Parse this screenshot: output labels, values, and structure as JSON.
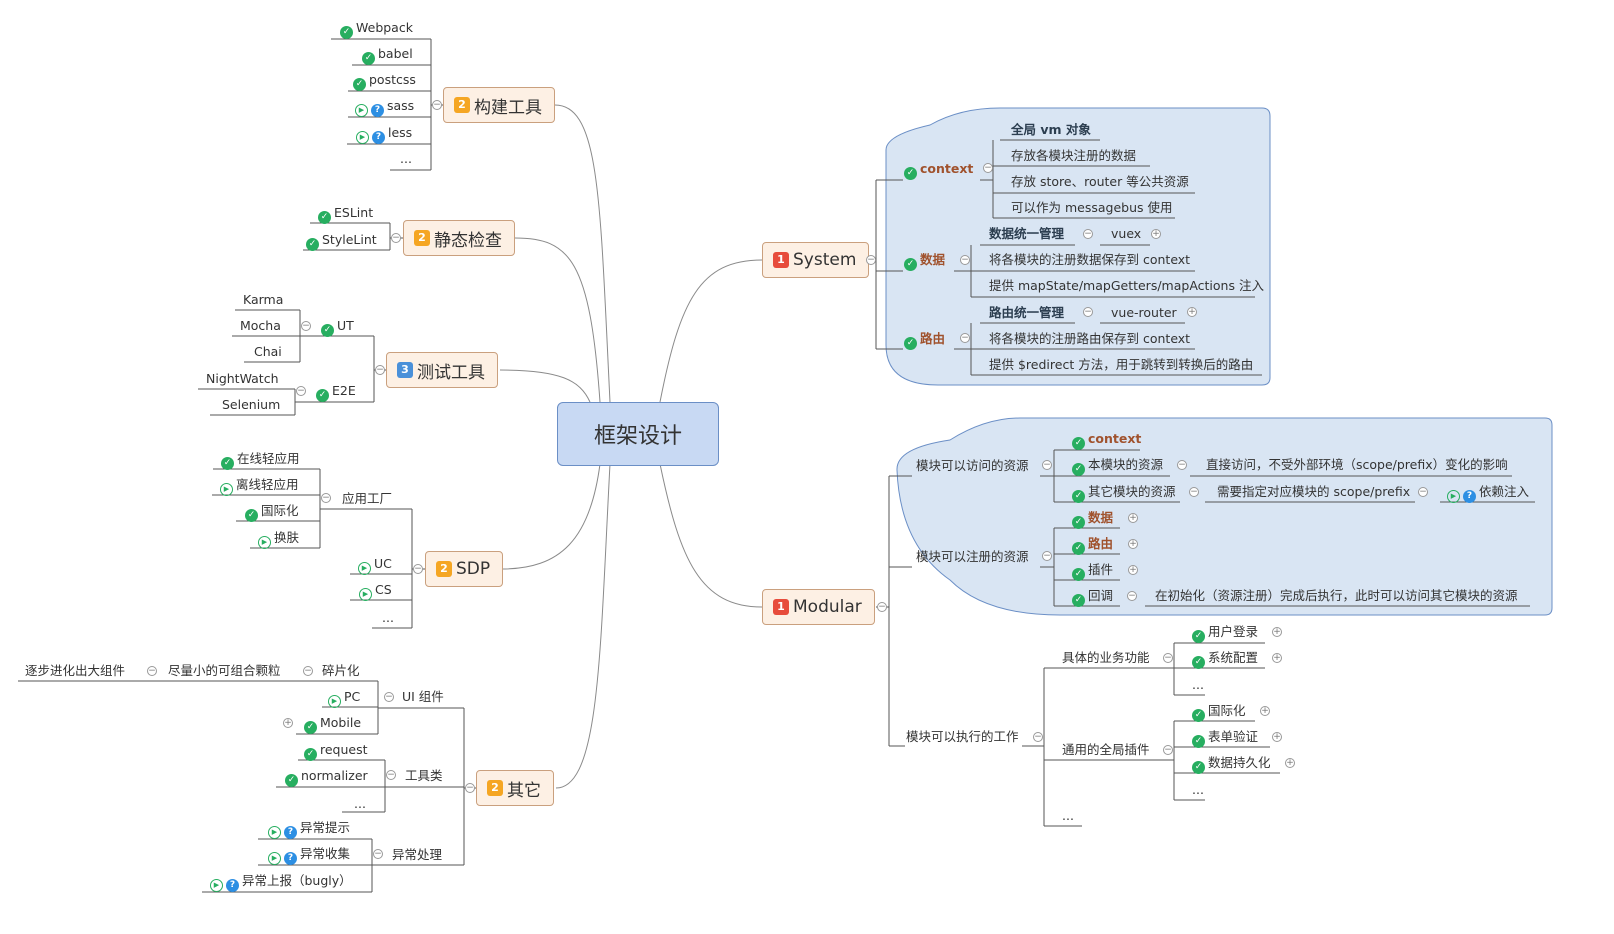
{
  "root": "框架设计",
  "left": {
    "build": {
      "badge": "2",
      "title": "构建工具",
      "items": [
        "Webpack",
        "babel",
        "postcss",
        "sass",
        "less",
        "..."
      ]
    },
    "lint": {
      "badge": "2",
      "title": "静态检查",
      "items": [
        "ESLint",
        "StyleLint"
      ]
    },
    "test": {
      "badge": "3",
      "title": "测试工具",
      "ut": "UT",
      "ut_items": [
        "Karma",
        "Mocha",
        "Chai"
      ],
      "e2e": "E2E",
      "e2e_items": [
        "NightWatch",
        "Selenium"
      ]
    },
    "sdp": {
      "badge": "2",
      "title": "SDP",
      "factory": "应用工厂",
      "factory_items": [
        "在线轻应用",
        "离线轻应用",
        "国际化",
        "换肤"
      ],
      "items": [
        "UC",
        "CS",
        "..."
      ]
    },
    "other": {
      "badge": "2",
      "title": "其它",
      "ui": "UI 组件",
      "ui_frag": "碎片化",
      "ui_frag_1": "尽量小的可组合颗粒",
      "ui_frag_2": "逐步进化出大组件",
      "ui_pc": "PC",
      "ui_mobile": "Mobile",
      "tool": "工具类",
      "tool_items": [
        "request",
        "normalizer",
        "..."
      ],
      "err": "异常处理",
      "err_items": [
        "异常提示",
        "异常收集",
        "异常上报（bugly）"
      ]
    }
  },
  "right": {
    "system": {
      "badge": "1",
      "title": "System",
      "context": "context",
      "context_items": [
        "全局 vm 对象",
        "存放各模块注册的数据",
        "存放 store、router 等公共资源",
        "可以作为 messagebus 使用"
      ],
      "data": "数据",
      "data_mgmt": "数据统一管理",
      "data_vuex": "vuex",
      "data_items": [
        "将各模块的注册数据保存到 context",
        "提供 mapState/mapGetters/mapActions 注入"
      ],
      "route": "路由",
      "route_mgmt": "路由统一管理",
      "route_vr": "vue-router",
      "route_items": [
        "将各模块的注册路由保存到 context",
        "提供 $redirect 方法，用于跳转到转换后的路由"
      ]
    },
    "modular": {
      "badge": "1",
      "title": "Modular",
      "access": "模块可以访问的资源",
      "access_ctx": "context",
      "access_own": "本模块的资源",
      "access_own_d": "直接访问，不受外部环境（scope/prefix）变化的影响",
      "access_other": "其它模块的资源",
      "access_other_d": "需要指定对应模块的 scope/prefix",
      "access_other_dd": "依赖注入",
      "reg": "模块可以注册的资源",
      "reg_items": [
        "数据",
        "路由",
        "插件"
      ],
      "reg_cb": "回调",
      "reg_cb_d": "在初始化（资源注册）完成后执行，此时可以访问其它模块的资源",
      "work": "模块可以执行的工作",
      "biz": "具体的业务功能",
      "biz_items": [
        "用户登录",
        "系统配置",
        "..."
      ],
      "plug": "通用的全局插件",
      "plug_items": [
        "国际化",
        "表单验证",
        "数据持久化",
        "..."
      ],
      "work_more": "..."
    }
  }
}
